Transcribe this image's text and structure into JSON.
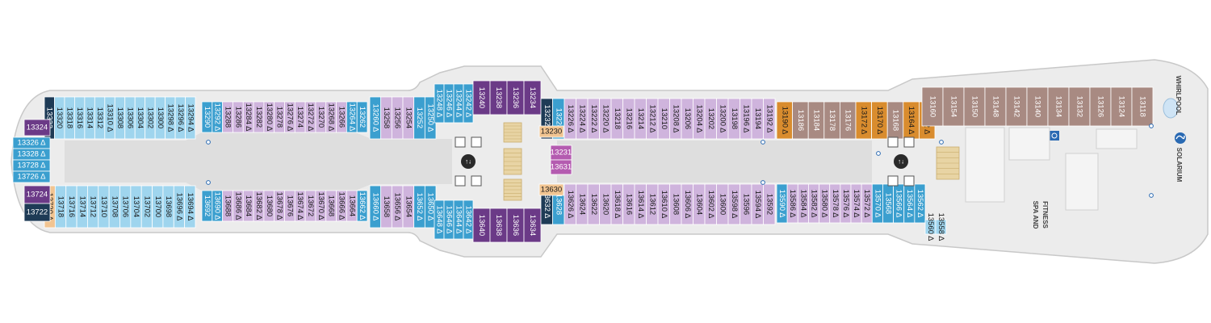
{
  "colors": {
    "hull": "#ececec",
    "hull_stroke": "#c8c8c8",
    "corridor": "#dedede",
    "light_blue": "#9fd5ee",
    "mid_blue": "#3b9fcf",
    "lavender": "#cfb4dd",
    "purple": "#6b3a87",
    "navy": "#1e3b56",
    "brown": "#a88a82",
    "orange": "#d98c2e",
    "magenta": "#b45bb0",
    "peach": "#f1c491",
    "stair": "#e8d4a4"
  },
  "cabins": {
    "top_aft_outer": [
      {
        "n": "13322",
        "c": "navy",
        "s": false
      },
      {
        "n": "13320",
        "c": "light_blue",
        "s": false
      },
      {
        "n": "13318",
        "c": "light_blue",
        "s": false
      },
      {
        "n": "13316",
        "c": "light_blue",
        "s": false
      },
      {
        "n": "13314",
        "c": "light_blue",
        "s": false
      },
      {
        "n": "13312",
        "c": "light_blue",
        "s": false
      },
      {
        "n": "13310",
        "c": "light_blue",
        "s": true
      },
      {
        "n": "13308",
        "c": "light_blue",
        "s": false
      },
      {
        "n": "13306",
        "c": "light_blue",
        "s": false
      },
      {
        "n": "13304",
        "c": "light_blue",
        "s": false
      },
      {
        "n": "13302",
        "c": "light_blue",
        "s": false
      },
      {
        "n": "13300",
        "c": "light_blue",
        "s": false
      },
      {
        "n": "13298",
        "c": "light_blue",
        "s": true
      },
      {
        "n": "13296",
        "c": "light_blue",
        "s": true
      },
      {
        "n": "13294",
        "c": "light_blue",
        "s": true
      }
    ],
    "top_aft_inner": [
      {
        "n": "13290",
        "c": "mid_blue",
        "s": false
      },
      {
        "n": "13292",
        "c": "mid_blue",
        "s": true
      },
      {
        "n": "13288",
        "c": "lavender",
        "s": false
      },
      {
        "n": "13286",
        "c": "lavender",
        "s": false
      },
      {
        "n": "13284",
        "c": "lavender",
        "s": true
      },
      {
        "n": "13282",
        "c": "lavender",
        "s": false
      },
      {
        "n": "13280",
        "c": "lavender",
        "s": true
      },
      {
        "n": "13278",
        "c": "lavender",
        "s": false
      },
      {
        "n": "13276",
        "c": "lavender",
        "s": true
      },
      {
        "n": "13274",
        "c": "lavender",
        "s": false
      },
      {
        "n": "13272",
        "c": "lavender",
        "s": true
      },
      {
        "n": "13270",
        "c": "lavender",
        "s": false
      },
      {
        "n": "13268",
        "c": "lavender",
        "s": true
      },
      {
        "n": "13266",
        "c": "lavender",
        "s": false
      },
      {
        "n": "13264",
        "c": "mid_blue",
        "s": true
      },
      {
        "n": "13262",
        "c": "mid_blue",
        "s": false
      }
    ],
    "top_mid_aft": [
      {
        "n": "13260",
        "c": "mid_blue",
        "s": true
      },
      {
        "n": "13258",
        "c": "lavender",
        "s": false
      },
      {
        "n": "13256",
        "c": "lavender",
        "s": false
      },
      {
        "n": "13254",
        "c": "lavender",
        "s": false
      },
      {
        "n": "13252",
        "c": "mid_blue",
        "s": false
      },
      {
        "n": "13250",
        "c": "mid_blue",
        "s": true
      }
    ],
    "top_fwd_stair": [
      {
        "n": "13248",
        "c": "mid_blue",
        "s": true
      },
      {
        "n": "13246",
        "c": "mid_blue",
        "s": true
      },
      {
        "n": "13244",
        "c": "mid_blue",
        "s": true
      },
      {
        "n": "13242",
        "c": "mid_blue",
        "s": true
      }
    ],
    "top_suites": [
      {
        "n": "13240",
        "c": "purple",
        "s": false
      },
      {
        "n": "13238",
        "c": "purple",
        "s": false
      },
      {
        "n": "13236",
        "c": "purple",
        "s": false
      },
      {
        "n": "13234",
        "c": "purple",
        "s": false
      }
    ],
    "top_fwd_inner": [
      {
        "n": "13232",
        "c": "navy",
        "s": true
      },
      {
        "n": "13228",
        "c": "mid_blue",
        "s": false
      },
      {
        "n": "13226",
        "c": "lavender",
        "s": true
      },
      {
        "n": "13224",
        "c": "lavender",
        "s": true
      },
      {
        "n": "13222",
        "c": "lavender",
        "s": true
      },
      {
        "n": "13220",
        "c": "lavender",
        "s": true
      },
      {
        "n": "13218",
        "c": "lavender",
        "s": false
      },
      {
        "n": "13216",
        "c": "lavender",
        "s": false
      },
      {
        "n": "13214",
        "c": "lavender",
        "s": false
      },
      {
        "n": "13212",
        "c": "lavender",
        "s": true
      },
      {
        "n": "13210",
        "c": "lavender",
        "s": false
      },
      {
        "n": "13208",
        "c": "lavender",
        "s": true
      },
      {
        "n": "13206",
        "c": "lavender",
        "s": false
      },
      {
        "n": "13204",
        "c": "lavender",
        "s": true
      },
      {
        "n": "13202",
        "c": "lavender",
        "s": false
      },
      {
        "n": "13200",
        "c": "lavender",
        "s": true
      },
      {
        "n": "13198",
        "c": "lavender",
        "s": false
      },
      {
        "n": "13196",
        "c": "lavender",
        "s": true
      },
      {
        "n": "13194",
        "c": "lavender",
        "s": false
      },
      {
        "n": "13192",
        "c": "lavender",
        "s": true
      }
    ],
    "top_fwd_suites": [
      {
        "n": "13190",
        "c": "orange",
        "s": true
      },
      {
        "n": "13186",
        "c": "brown",
        "s": false
      },
      {
        "n": "13184",
        "c": "brown",
        "s": false
      },
      {
        "n": "13178",
        "c": "brown",
        "s": false
      },
      {
        "n": "13176",
        "c": "brown",
        "s": false
      },
      {
        "n": "13172",
        "c": "orange",
        "s": true
      },
      {
        "n": "13170",
        "c": "orange",
        "s": true
      },
      {
        "n": "13168",
        "c": "brown",
        "s": false
      },
      {
        "n": "13164",
        "c": "orange",
        "s": true
      },
      {
        "n": "13162",
        "c": "orange",
        "s": true
      }
    ],
    "top_bow": [
      {
        "n": "13160",
        "c": "brown",
        "s": false
      },
      {
        "n": "13154",
        "c": "brown",
        "s": false
      },
      {
        "n": "13150",
        "c": "brown",
        "s": false
      },
      {
        "n": "13148",
        "c": "brown",
        "s": false
      },
      {
        "n": "13142",
        "c": "brown",
        "s": false
      },
      {
        "n": "13140",
        "c": "brown",
        "s": false
      },
      {
        "n": "13134",
        "c": "brown",
        "s": false
      },
      {
        "n": "13132",
        "c": "brown",
        "s": false
      },
      {
        "n": "13126",
        "c": "brown",
        "s": false
      },
      {
        "n": "13124",
        "c": "brown",
        "s": false
      },
      {
        "n": "13118",
        "c": "brown",
        "s": false
      }
    ],
    "stern_cluster": [
      {
        "n": "13324",
        "c": "purple",
        "s": false
      },
      {
        "n": "13326",
        "c": "mid_blue",
        "s": true
      },
      {
        "n": "13328",
        "c": "mid_blue",
        "s": true
      },
      {
        "n": "13728",
        "c": "mid_blue",
        "s": true
      },
      {
        "n": "13726",
        "c": "mid_blue",
        "s": true
      },
      {
        "n": "13724",
        "c": "purple",
        "s": false
      },
      {
        "n": "13722",
        "c": "navy",
        "s": false
      }
    ],
    "bottom_aft_outer": [
      {
        "n": "13720",
        "c": "peach",
        "s": true
      },
      {
        "n": "13718",
        "c": "light_blue",
        "s": false
      },
      {
        "n": "13716",
        "c": "light_blue",
        "s": false
      },
      {
        "n": "13714",
        "c": "light_blue",
        "s": false
      },
      {
        "n": "13712",
        "c": "light_blue",
        "s": false
      },
      {
        "n": "13710",
        "c": "light_blue",
        "s": false
      },
      {
        "n": "13708",
        "c": "light_blue",
        "s": false
      },
      {
        "n": "13706",
        "c": "light_blue",
        "s": false
      },
      {
        "n": "13704",
        "c": "light_blue",
        "s": false
      },
      {
        "n": "13702",
        "c": "light_blue",
        "s": false
      },
      {
        "n": "13700",
        "c": "light_blue",
        "s": false
      },
      {
        "n": "13698",
        "c": "light_blue",
        "s": false
      },
      {
        "n": "13696",
        "c": "light_blue",
        "s": true
      },
      {
        "n": "13694",
        "c": "light_blue",
        "s": true
      }
    ],
    "bottom_aft_inner": [
      {
        "n": "13692",
        "c": "mid_blue",
        "s": false
      },
      {
        "n": "13690",
        "c": "mid_blue",
        "s": true
      },
      {
        "n": "13688",
        "c": "lavender",
        "s": false
      },
      {
        "n": "13686",
        "c": "lavender",
        "s": true
      },
      {
        "n": "13684",
        "c": "lavender",
        "s": false
      },
      {
        "n": "13682",
        "c": "lavender",
        "s": true
      },
      {
        "n": "13680",
        "c": "lavender",
        "s": false
      },
      {
        "n": "13678",
        "c": "lavender",
        "s": true
      },
      {
        "n": "13676",
        "c": "lavender",
        "s": false
      },
      {
        "n": "13674",
        "c": "lavender",
        "s": true
      },
      {
        "n": "13672",
        "c": "lavender",
        "s": false
      },
      {
        "n": "13670",
        "c": "lavender",
        "s": true
      },
      {
        "n": "13668",
        "c": "lavender",
        "s": false
      },
      {
        "n": "13666",
        "c": "lavender",
        "s": true
      },
      {
        "n": "13664",
        "c": "lavender",
        "s": false
      },
      {
        "n": "13662",
        "c": "mid_blue",
        "s": true
      }
    ],
    "bottom_mid_aft": [
      {
        "n": "13660",
        "c": "mid_blue",
        "s": true
      },
      {
        "n": "13658",
        "c": "lavender",
        "s": false
      },
      {
        "n": "13656",
        "c": "lavender",
        "s": true
      },
      {
        "n": "13654",
        "c": "lavender",
        "s": false
      },
      {
        "n": "13652",
        "c": "mid_blue",
        "s": true
      },
      {
        "n": "13650",
        "c": "mid_blue",
        "s": true
      }
    ],
    "bottom_fwd_stair": [
      {
        "n": "13648",
        "c": "mid_blue",
        "s": true
      },
      {
        "n": "13646",
        "c": "mid_blue",
        "s": true
      },
      {
        "n": "13644",
        "c": "mid_blue",
        "s": true
      },
      {
        "n": "13642",
        "c": "mid_blue",
        "s": true
      }
    ],
    "bottom_suites": [
      {
        "n": "13640",
        "c": "purple",
        "s": false
      },
      {
        "n": "13638",
        "c": "purple",
        "s": false
      },
      {
        "n": "13636",
        "c": "purple",
        "s": false
      },
      {
        "n": "13634",
        "c": "purple",
        "s": false
      }
    ],
    "bottom_fwd_inner": [
      {
        "n": "13632",
        "c": "navy",
        "s": true
      },
      {
        "n": "13628",
        "c": "mid_blue",
        "s": false
      },
      {
        "n": "13626",
        "c": "lavender",
        "s": true
      },
      {
        "n": "13624",
        "c": "lavender",
        "s": false
      },
      {
        "n": "13622",
        "c": "lavender",
        "s": false
      },
      {
        "n": "13620",
        "c": "lavender",
        "s": false
      },
      {
        "n": "13618",
        "c": "lavender",
        "s": true
      },
      {
        "n": "13616",
        "c": "lavender",
        "s": false
      },
      {
        "n": "13614",
        "c": "lavender",
        "s": true
      },
      {
        "n": "13612",
        "c": "lavender",
        "s": false
      },
      {
        "n": "13610",
        "c": "lavender",
        "s": true
      },
      {
        "n": "13608",
        "c": "lavender",
        "s": false
      },
      {
        "n": "13606",
        "c": "lavender",
        "s": true
      },
      {
        "n": "13604",
        "c": "lavender",
        "s": false
      },
      {
        "n": "13602",
        "c": "lavender",
        "s": true
      },
      {
        "n": "13600",
        "c": "lavender",
        "s": false
      },
      {
        "n": "13598",
        "c": "lavender",
        "s": true
      },
      {
        "n": "13596",
        "c": "lavender",
        "s": false
      },
      {
        "n": "13594",
        "c": "lavender",
        "s": true
      },
      {
        "n": "13592",
        "c": "lavender",
        "s": false
      }
    ],
    "bottom_fwd_outer": [
      {
        "n": "13590",
        "c": "mid_blue",
        "s": true
      },
      {
        "n": "13586",
        "c": "lavender",
        "s": true
      },
      {
        "n": "13584",
        "c": "lavender",
        "s": true
      },
      {
        "n": "13582",
        "c": "lavender",
        "s": true
      },
      {
        "n": "13580",
        "c": "lavender",
        "s": true
      },
      {
        "n": "13578",
        "c": "lavender",
        "s": true
      },
      {
        "n": "13576",
        "c": "lavender",
        "s": true
      },
      {
        "n": "13574",
        "c": "lavender",
        "s": true
      },
      {
        "n": "13572",
        "c": "lavender",
        "s": true
      },
      {
        "n": "13570",
        "c": "mid_blue",
        "s": true
      },
      {
        "n": "13568",
        "c": "mid_blue",
        "s": false
      },
      {
        "n": "13566",
        "c": "mid_blue",
        "s": true
      },
      {
        "n": "13564",
        "c": "mid_blue",
        "s": true
      },
      {
        "n": "13562",
        "c": "mid_blue",
        "s": true
      }
    ],
    "bottom_bow": [
      {
        "n": "13560",
        "c": "light_blue",
        "s": true
      },
      {
        "n": "13558",
        "c": "light_blue",
        "s": true
      }
    ],
    "center": [
      {
        "n": "13230",
        "c": "peach",
        "s": false
      },
      {
        "n": "13231",
        "c": "magenta",
        "s": false
      },
      {
        "n": "13631",
        "c": "magenta",
        "s": false
      },
      {
        "n": "13630",
        "c": "peach",
        "s": false
      }
    ]
  },
  "areas": {
    "whirlpool": "WHIRLPOOL",
    "solarium": "SOLARIUM",
    "spa_line1": "SPA AND",
    "spa_line2": "FITNESS",
    "elevator_mark": "↑↓"
  },
  "icons": [
    "elevator-icon",
    "accessible-icon",
    "solarium-logo-icon",
    "stairs-icon"
  ]
}
